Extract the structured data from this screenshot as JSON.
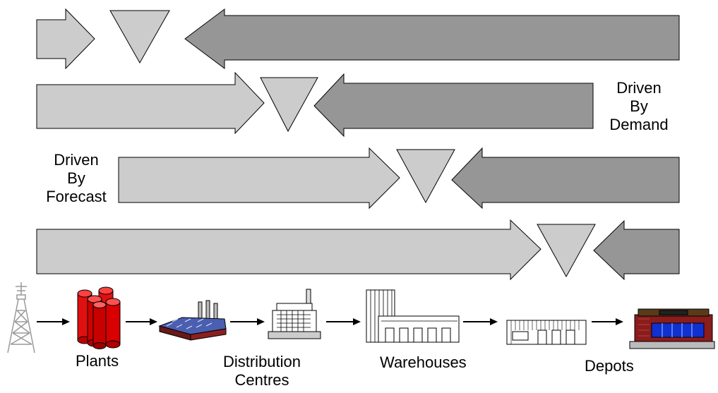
{
  "side_labels": {
    "demand": [
      "Driven",
      "By",
      "Demand"
    ],
    "forecast": [
      "Driven",
      "By",
      "Forecast"
    ]
  },
  "stages": {
    "plants": "Plants",
    "distribution": [
      "Distribution",
      "Centres"
    ],
    "warehouses": "Warehouses",
    "depots": "Depots"
  },
  "colors": {
    "push_arrow": "#cccccc",
    "pull_arrow": "#969696",
    "decoupling_triangle": "#cccccc",
    "outline": "#000000"
  }
}
